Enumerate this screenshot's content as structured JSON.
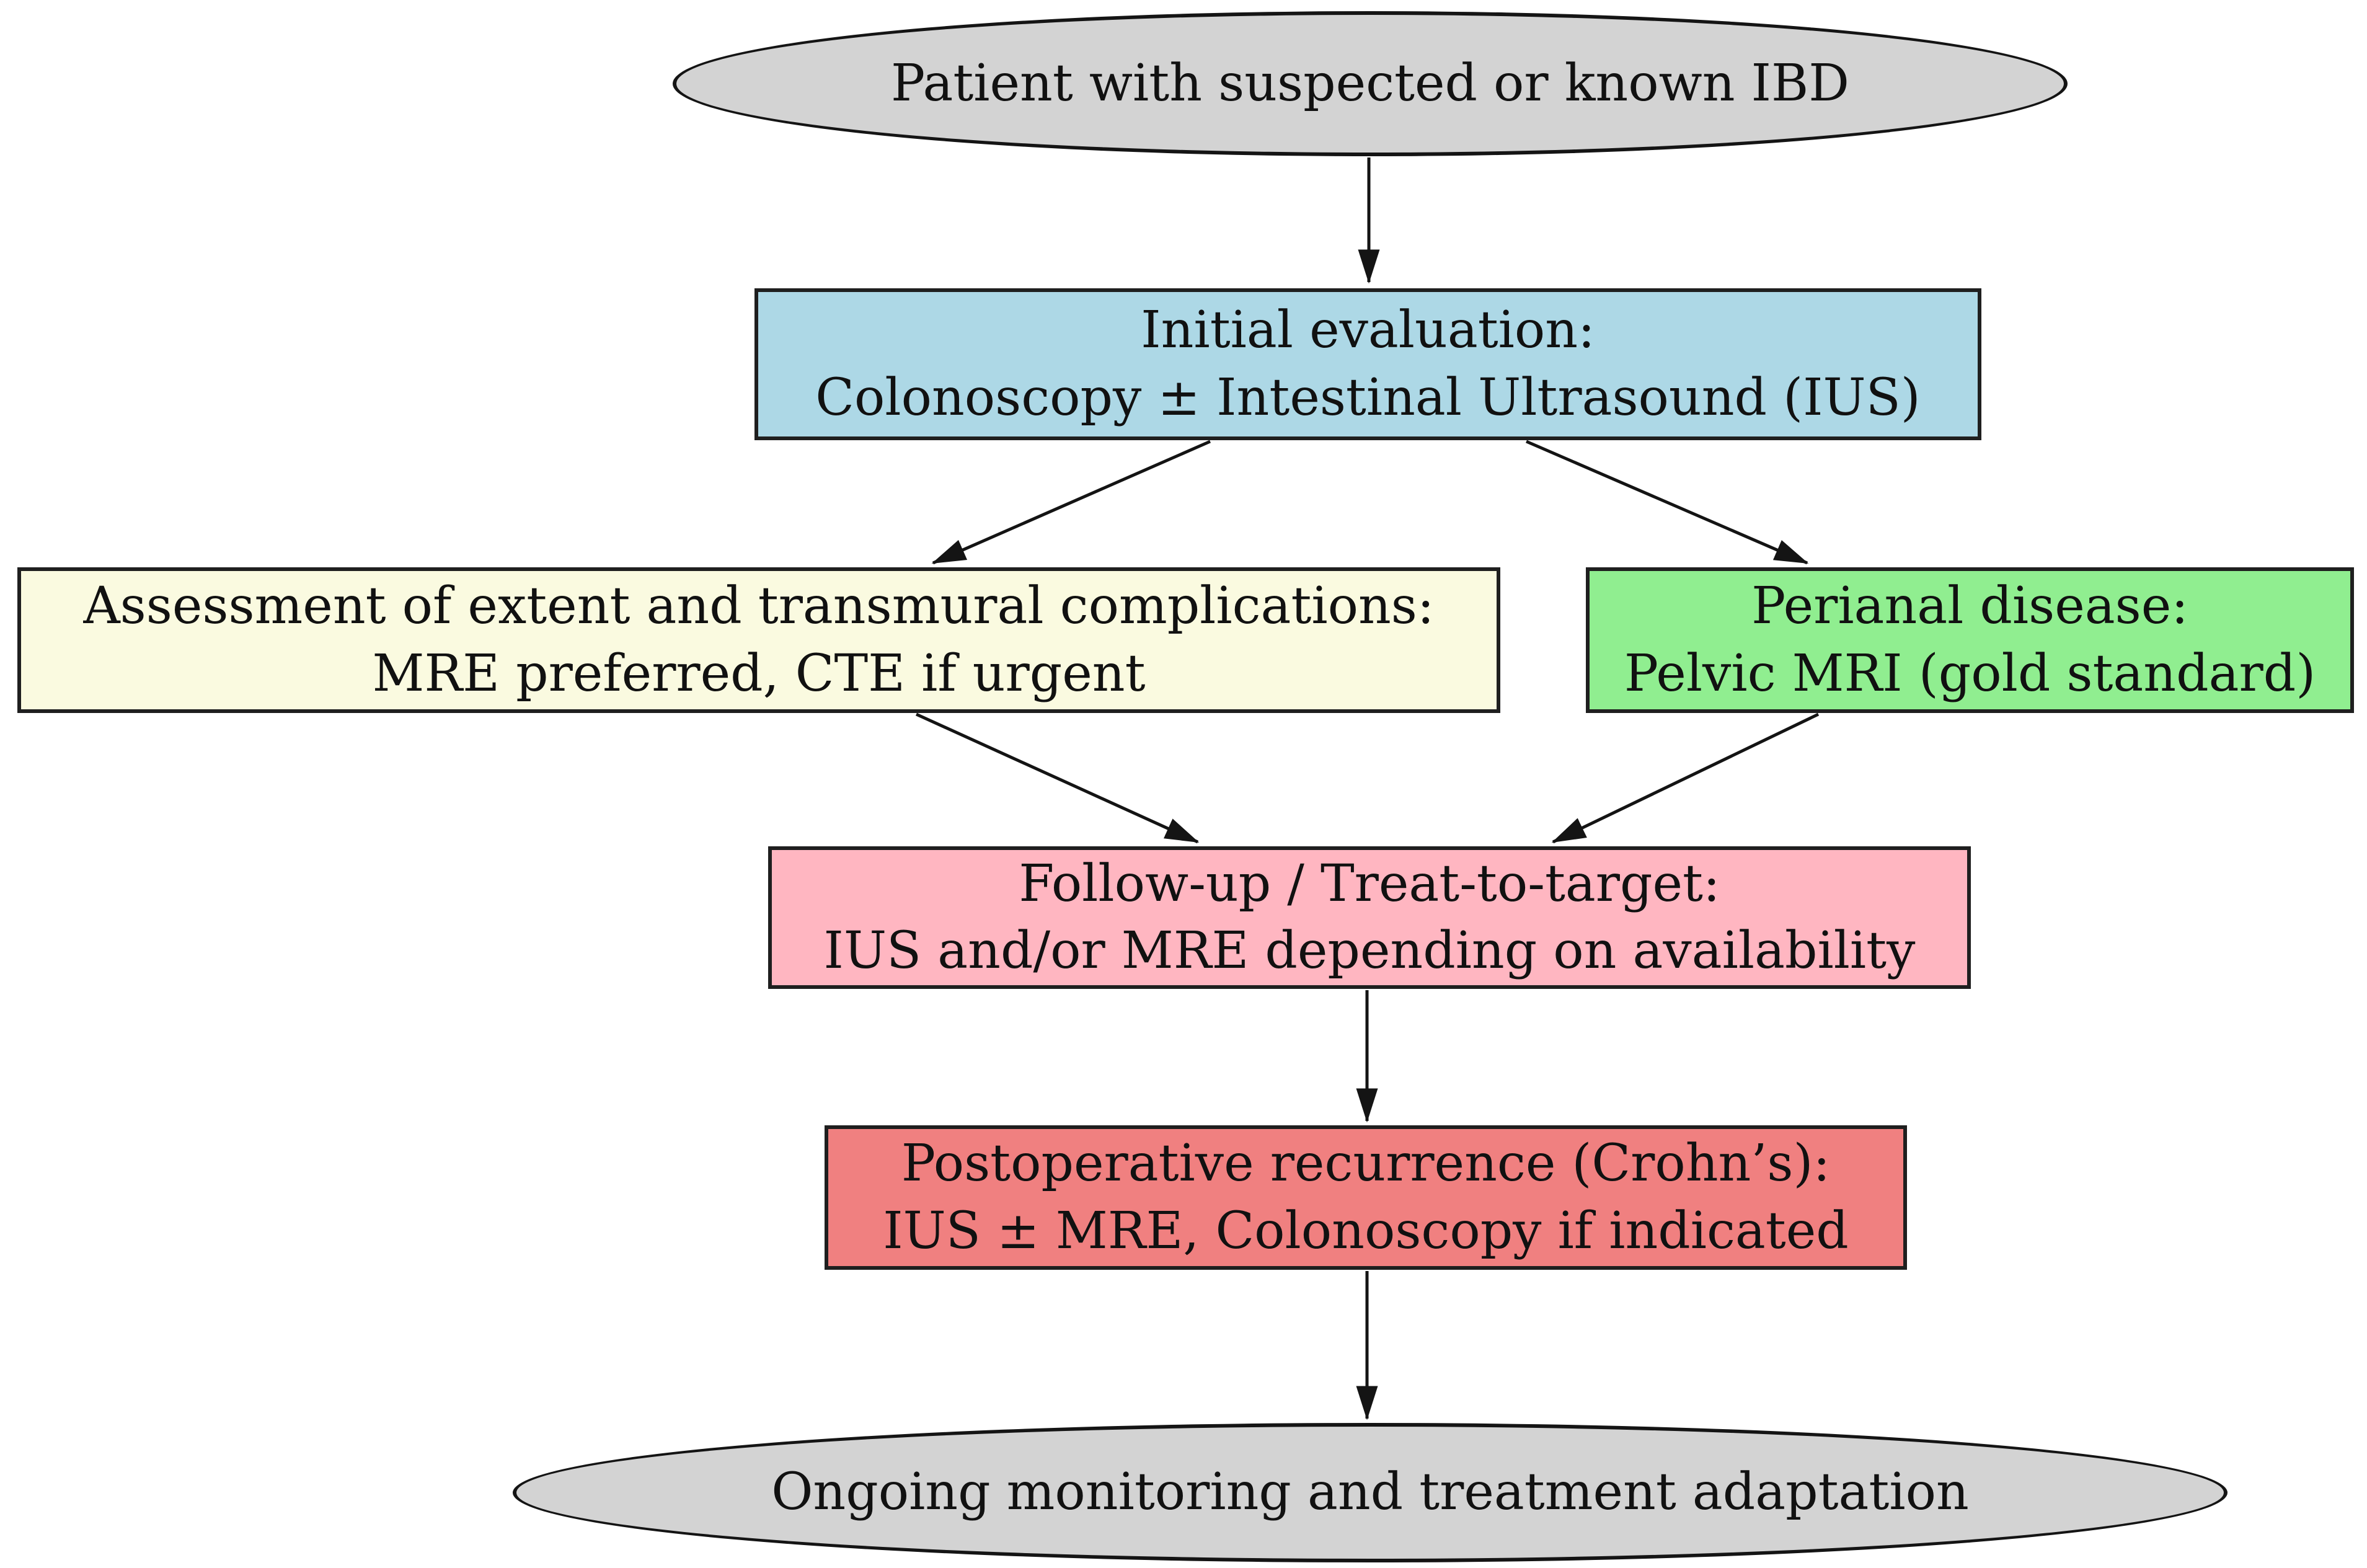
{
  "diagram": {
    "type": "flowchart",
    "background_color": "#ffffff",
    "text_color": "#111111",
    "edge_color": "#141414",
    "nodes": {
      "start": {
        "shape": "ellipse",
        "fill": "#d3d3d3",
        "label": "Patient with suspected or known IBD"
      },
      "initial": {
        "shape": "box",
        "fill": "#add8e6",
        "line1": "Initial evaluation:",
        "line2": "Colonoscopy ± Intestinal Ultrasound (IUS)"
      },
      "extent": {
        "shape": "box",
        "fill": "#fafae0",
        "line1": "Assessment of extent and transmural complications:",
        "line2": "MRE preferred, CTE if urgent"
      },
      "perianal": {
        "shape": "box",
        "fill": "#90ee90",
        "line1": "Perianal disease:",
        "line2": "Pelvic MRI (gold standard)"
      },
      "followup": {
        "shape": "box",
        "fill": "#ffb6c1",
        "line1": "Follow-up / Treat-to-target:",
        "line2": "IUS and/or MRE depending on availability"
      },
      "postop": {
        "shape": "box",
        "fill": "#f08080",
        "line1": "Postoperative recurrence (Crohn’s):",
        "line2": "IUS ± MRE, Colonoscopy if indicated"
      },
      "end": {
        "shape": "ellipse",
        "fill": "#d3d3d3",
        "label": "Ongoing monitoring and treatment adaptation"
      }
    },
    "edges": [
      {
        "from": "start",
        "to": "initial"
      },
      {
        "from": "initial",
        "to": "extent"
      },
      {
        "from": "initial",
        "to": "perianal"
      },
      {
        "from": "extent",
        "to": "followup"
      },
      {
        "from": "perianal",
        "to": "followup"
      },
      {
        "from": "followup",
        "to": "postop"
      },
      {
        "from": "postop",
        "to": "end"
      }
    ]
  }
}
